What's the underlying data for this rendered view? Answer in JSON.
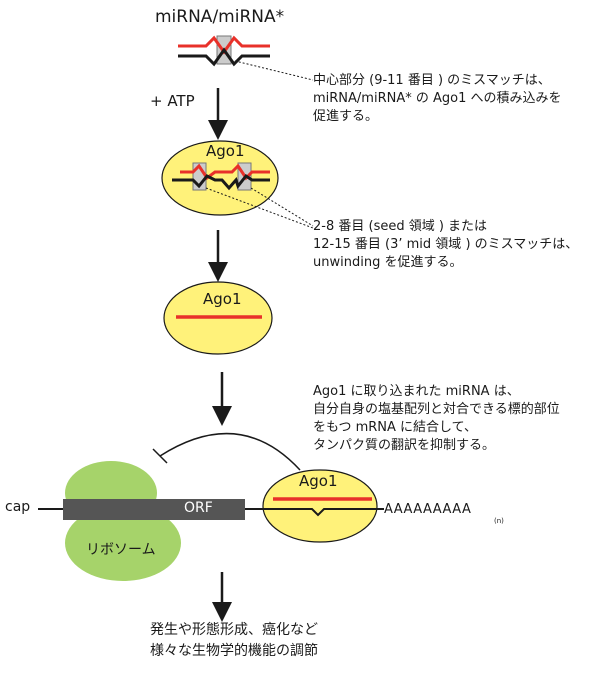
{
  "title": "miRNA/miRNA*",
  "atp_label": "+ ATP",
  "note_center_mismatch": [
    "中心部分 (9-11 番目 ) のミスマッチは、",
    "miRNA/miRNA* の Ago1 への積み込みを",
    "促進する。"
  ],
  "note_seed_mismatch": [
    "2-8 番目 (seed 領域 ) または",
    "12-15 番目 (3’ mid 領域 ) のミスマッチは、",
    "unwinding を促進する。"
  ],
  "note_translation": [
    "Ago1 に取り込まれた miRNA は、",
    "自分自身の塩基配列と対合できる標的部位",
    "をもつ mRNA に結合して、",
    "タンパク質の翻訳を抑制する。"
  ],
  "ago1_label": "Ago1",
  "cap_label": "cap",
  "orf_label": "ORF",
  "ribosome_label": "リボソーム",
  "polya_label": "AAAAAAAAA",
  "polya_subscript": "(n)",
  "bottom_note": [
    "発生や形態形成、癌化など",
    "様々な生物学的機能の調節"
  ],
  "colors": {
    "mirna_strand": "#e8312a",
    "star_strand": "#1a1a1a",
    "ago1_fill": "#fff27a",
    "ribosome_fill": "#a6d36a",
    "orf_fill": "#555555",
    "mismatch_box": "#cccccc"
  }
}
